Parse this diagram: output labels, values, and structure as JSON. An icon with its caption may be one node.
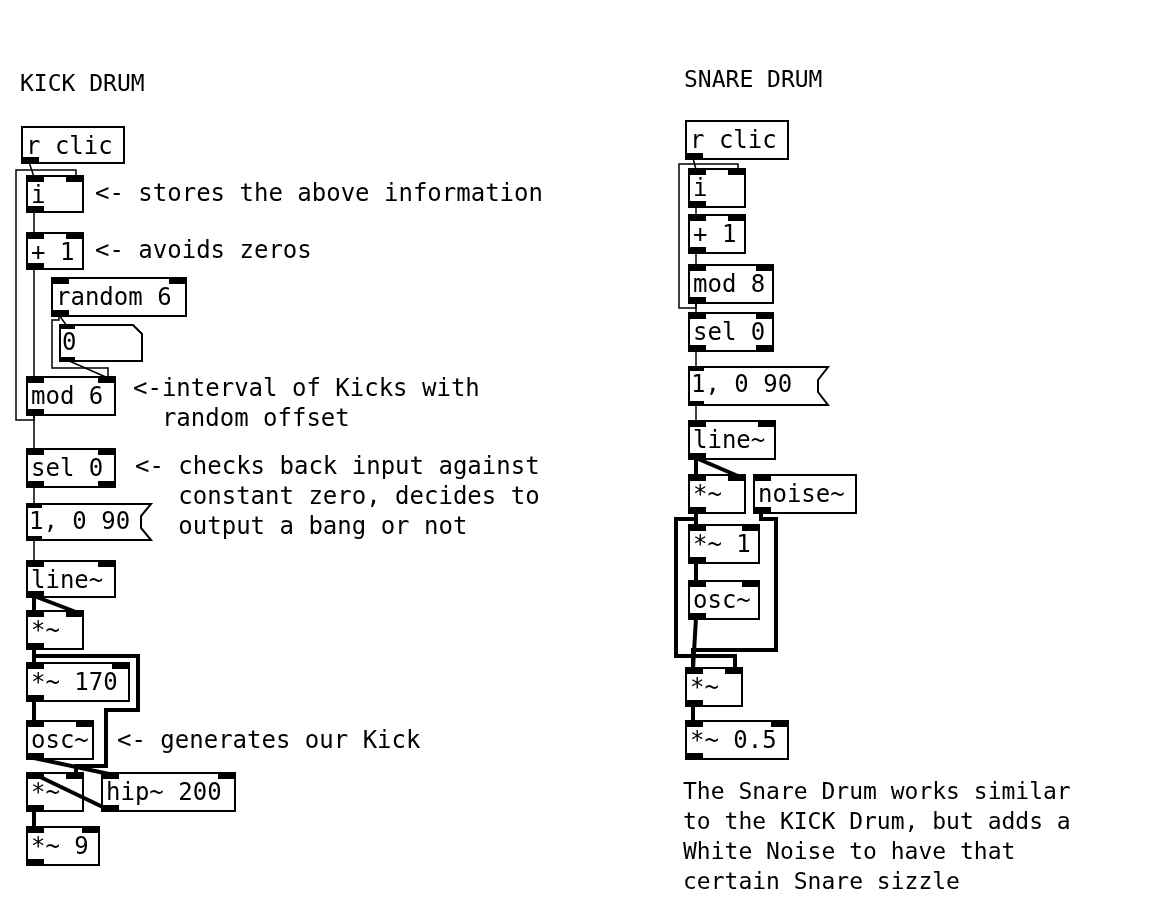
{
  "diagram": {
    "nodes": [
      {
        "text": [
          "r clic"
        ]
      },
      {
        "text": [
          "i"
        ],
        "beside": [
          "<- stores the above information"
        ]
      },
      {
        "text": [
          "+ 1"
        ],
        "beside": [
          "<- avoids zeros"
        ]
      },
      {
        "text": [
          "random 6"
        ]
      },
      {
        "text": [
          "0"
        ]
      },
      {
        "text": [
          "mod 6"
        ],
        "beside": [
          "<-interval of Kicks with random offset"
        ]
      },
      {
        "text": [
          "sel 0"
        ]
      },
      {
        "text": [
          "1, 0 90"
        ]
      },
      {
        "text": [
          "line~"
        ]
      },
      {
        "text": [
          "*~"
        ]
      },
      {
        "text": [
          "*~ 170"
        ]
      },
      {
        "text": [
          "osc~"
        ],
        "beside": [
          "<- generates our Kick"
        ]
      },
      {
        "text": [
          "*~"
        ]
      },
      {
        "text": [
          "hip~ 200"
        ]
      },
      {
        "text": [
          "*~ 9"
        ]
      },
      {
        "text": [
          "r clic"
        ]
      },
      {
        "text": [
          "i"
        ]
      },
      {
        "text": [
          "+ 1"
        ]
      },
      {
        "text": [
          "mod 8"
        ]
      },
      {
        "text": [
          "sel 0"
        ]
      },
      {
        "text": [
          "1, 0 90"
        ]
      },
      {
        "text": [
          "line~"
        ]
      },
      {
        "text": [
          "*~"
        ]
      },
      {
        "text": [
          "noise~"
        ]
      },
      {
        "text": [
          "*~ 1"
        ]
      },
      {
        "text": [
          "osc~"
        ]
      },
      {
        "text": [
          "*~"
        ]
      },
      {
        "text": [
          "*~ 0.5"
        ]
      }
    ],
    "edges": [
      {
        "from": 0,
        "to": 1,
        "arrow": "none"
      },
      {
        "from": 1,
        "to": 2,
        "arrow": "none"
      },
      {
        "from": 2,
        "to": 5,
        "arrow": "none"
      },
      {
        "from": 5,
        "to": 1,
        "arrow": "none"
      },
      {
        "from": 3,
        "to": 4,
        "arrow": "none"
      },
      {
        "from": 3,
        "to": 5,
        "arrow": "none"
      },
      {
        "from": 4,
        "to": 5,
        "arrow": "none"
      },
      {
        "from": 5,
        "to": 6,
        "arrow": "none"
      },
      {
        "from": 6,
        "to": 7,
        "arrow": "none"
      },
      {
        "from": 7,
        "to": 8,
        "arrow": "none"
      },
      {
        "from": 8,
        "to": 9,
        "arrow": "none",
        "style": "thick"
      },
      {
        "from": 8,
        "to": 9,
        "arrow": "none",
        "style": "thick"
      },
      {
        "from": 9,
        "to": 10,
        "arrow": "none",
        "style": "thick"
      },
      {
        "from": 10,
        "to": 11,
        "arrow": "none",
        "style": "thick"
      },
      {
        "from": 9,
        "to": 12,
        "arrow": "none",
        "style": "thick"
      },
      {
        "from": 11,
        "to": 13,
        "arrow": "none",
        "style": "thick"
      },
      {
        "from": 13,
        "to": 12,
        "arrow": "none",
        "style": "thick"
      },
      {
        "from": 12,
        "to": 14,
        "arrow": "none",
        "style": "thick"
      },
      {
        "from": 15,
        "to": 16,
        "arrow": "none"
      },
      {
        "from": 16,
        "to": 17,
        "arrow": "none"
      },
      {
        "from": 18,
        "to": 16,
        "arrow": "none"
      },
      {
        "from": 17,
        "to": 18,
        "arrow": "none"
      },
      {
        "from": 18,
        "to": 19,
        "arrow": "none"
      },
      {
        "from": 19,
        "to": 20,
        "arrow": "none"
      },
      {
        "from": 20,
        "to": 21,
        "arrow": "none"
      },
      {
        "from": 21,
        "to": 22,
        "arrow": "none",
        "style": "thick"
      },
      {
        "from": 21,
        "to": 22,
        "arrow": "none",
        "style": "thick"
      },
      {
        "from": 22,
        "to": 24,
        "arrow": "none",
        "style": "thick"
      },
      {
        "from": 22,
        "to": 26,
        "arrow": "none",
        "style": "thick"
      },
      {
        "from": 23,
        "to": 26,
        "arrow": "none",
        "style": "thick"
      },
      {
        "from": 24,
        "to": 25,
        "arrow": "none",
        "style": "thick"
      },
      {
        "from": 25,
        "to": 26,
        "arrow": "none",
        "style": "thick"
      },
      {
        "from": 26,
        "to": 27,
        "arrow": "none",
        "style": "thick"
      }
    ],
    "labels": [
      "KICK DRUM",
      "<- checks back input against constant zero, decides to output a bang or not",
      "SNARE DRUM",
      "The Snare Drum works similar to the KICK Drum, but adds a White Noise to have that certain Snare sizzle"
    ]
  }
}
